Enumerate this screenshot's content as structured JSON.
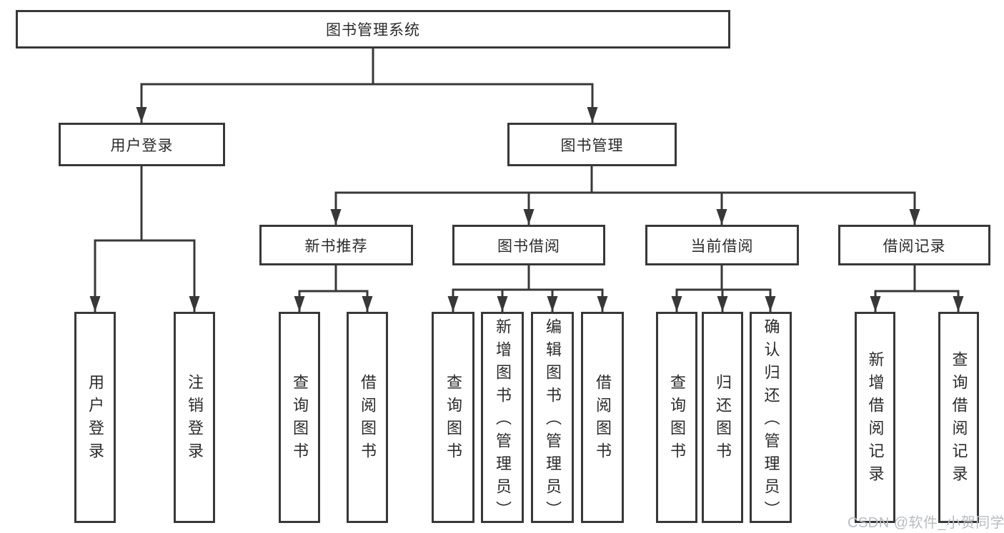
{
  "title": "图书管理系统",
  "level2": {
    "user_login": "用户登录",
    "book_mgmt": "图书管理"
  },
  "level3": {
    "new_books": "新书推荐",
    "book_borrow": "图书借阅",
    "current_borrow": "当前借阅",
    "borrow_records": "借阅记录"
  },
  "leaves": {
    "user_login": [
      "用户登录",
      "注销登录"
    ],
    "new_books": [
      "查询图书",
      "借阅图书"
    ],
    "book_borrow": [
      "查询图书",
      "新增图书（管理员）",
      "编辑图书（管理员）",
      "借阅图书"
    ],
    "current_borrow": [
      "查询图书",
      "归还图书",
      "确认归还（管理员）"
    ],
    "borrow_records": [
      "新增借阅记录",
      "查询借阅记录"
    ]
  },
  "watermark": "CSDN @软件_小贺同学",
  "colors": {
    "line": "#383838",
    "text": "#2b2b2b",
    "box_background": "#ffffff",
    "watermark": "#b9bdc1",
    "page_background": "#ffffff"
  }
}
